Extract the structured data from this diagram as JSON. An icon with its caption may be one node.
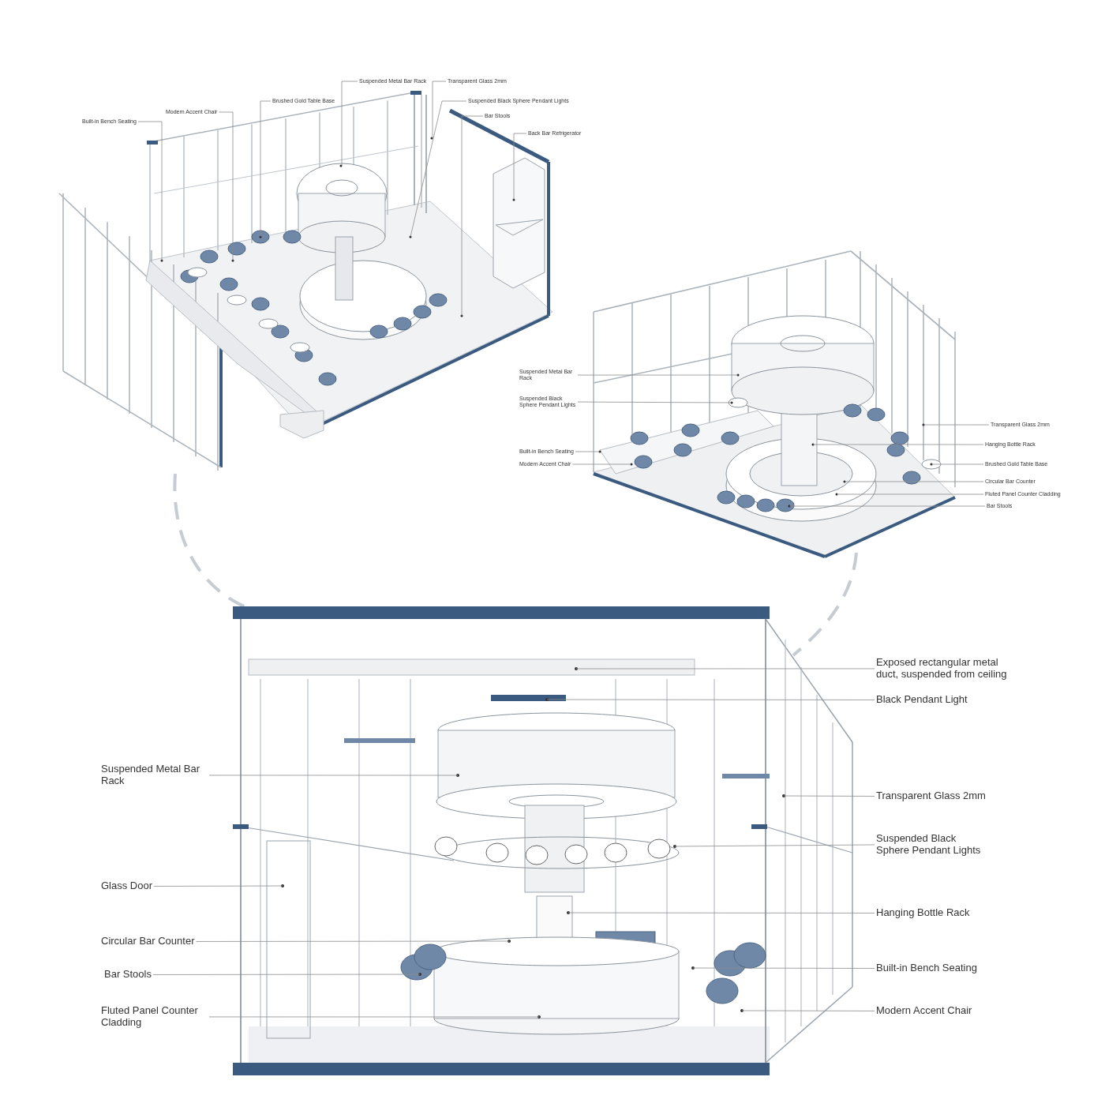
{
  "diagram": {
    "nodes": [
      {
        "text": [
          "Suspended Metal Bar Rack"
        ]
      },
      {
        "text": [
          "Transparent Glass 2mm"
        ]
      },
      {
        "text": [
          "Brushed Gold Table Base"
        ]
      },
      {
        "text": [
          "Suspended Black Sphere Pendant Lights"
        ]
      },
      {
        "text": [
          "Modern Accent Chair"
        ]
      },
      {
        "text": [
          "Bar Stools"
        ]
      },
      {
        "text": [
          "Built-in Bench Seating"
        ]
      },
      {
        "text": [
          "Back Bar Refrigerator"
        ]
      },
      {
        "text": [
          "Suspended Metal Bar Rack"
        ]
      },
      {
        "text": [
          "Suspended Black Sphere Pendant Lights"
        ]
      },
      {
        "text": [
          "Transparent Glass 2mm"
        ]
      },
      {
        "text": [
          "Hanging Bottle Rack"
        ]
      },
      {
        "text": [
          "Built-in Bench Seating"
        ]
      },
      {
        "text": [
          "Modern Accent Chair"
        ]
      },
      {
        "text": [
          "Brushed Gold Table Base"
        ]
      },
      {
        "text": [
          "Circular Bar Counter"
        ]
      },
      {
        "text": [
          "Fluted Panel Counter Cladding"
        ]
      },
      {
        "text": [
          "Bar Stools"
        ]
      },
      {
        "text": [
          "Exposed rectangular metal duct, suspended from ceiling"
        ]
      },
      {
        "text": [
          "Black Pendant Light"
        ]
      },
      {
        "text": [
          "Suspended Metal Bar Rack"
        ]
      },
      {
        "text": [
          "Transparent Glass 2mm"
        ]
      },
      {
        "text": [
          "Suspended Black Sphere Pendant Lights"
        ]
      },
      {
        "text": [
          "Glass Door"
        ]
      },
      {
        "text": [
          "Hanging Bottle Rack"
        ]
      },
      {
        "text": [
          "Circular Bar Counter"
        ]
      },
      {
        "text": [
          "Built-in Bench Seating"
        ]
      },
      {
        "text": [
          "Bar Stools"
        ]
      },
      {
        "text": [
          "Fluted Panel Counter Cladding"
        ]
      },
      {
        "text": [
          "Modern Accent Chair"
        ]
      }
    ],
    "edges": [
      {
        "from": 0,
        "to": null,
        "arrow": "none"
      },
      {
        "from": 1,
        "to": null,
        "arrow": "none"
      },
      {
        "from": 2,
        "to": null,
        "arrow": "none"
      },
      {
        "from": 3,
        "to": null,
        "arrow": "none"
      },
      {
        "from": 4,
        "to": null,
        "arrow": "none"
      },
      {
        "from": 5,
        "to": null,
        "arrow": "none"
      },
      {
        "from": 6,
        "to": null,
        "arrow": "none"
      },
      {
        "from": 7,
        "to": null,
        "arrow": "none"
      },
      {
        "from": 8,
        "to": null,
        "arrow": "none"
      },
      {
        "from": 9,
        "to": null,
        "arrow": "none"
      },
      {
        "from": 10,
        "to": null,
        "arrow": "none"
      },
      {
        "from": 11,
        "to": null,
        "arrow": "none"
      },
      {
        "from": 12,
        "to": null,
        "arrow": "none"
      },
      {
        "from": 13,
        "to": null,
        "arrow": "none"
      },
      {
        "from": 14,
        "to": null,
        "arrow": "none"
      },
      {
        "from": 15,
        "to": null,
        "arrow": "none"
      },
      {
        "from": 16,
        "to": null,
        "arrow": "none"
      },
      {
        "from": 17,
        "to": null,
        "arrow": "none"
      },
      {
        "from": 18,
        "to": null,
        "arrow": "none"
      },
      {
        "from": 19,
        "to": null,
        "arrow": "none"
      },
      {
        "from": 20,
        "to": null,
        "arrow": "none"
      },
      {
        "from": 21,
        "to": null,
        "arrow": "none"
      },
      {
        "from": 22,
        "to": null,
        "arrow": "none"
      },
      {
        "from": 23,
        "to": null,
        "arrow": "none"
      },
      {
        "from": 24,
        "to": null,
        "arrow": "none"
      },
      {
        "from": 25,
        "to": null,
        "arrow": "none"
      },
      {
        "from": 26,
        "to": null,
        "arrow": "none"
      },
      {
        "from": 27,
        "to": null,
        "arrow": "none"
      },
      {
        "from": 28,
        "to": null,
        "arrow": "none"
      },
      {
        "from": 29,
        "to": null,
        "arrow": "none"
      }
    ]
  }
}
